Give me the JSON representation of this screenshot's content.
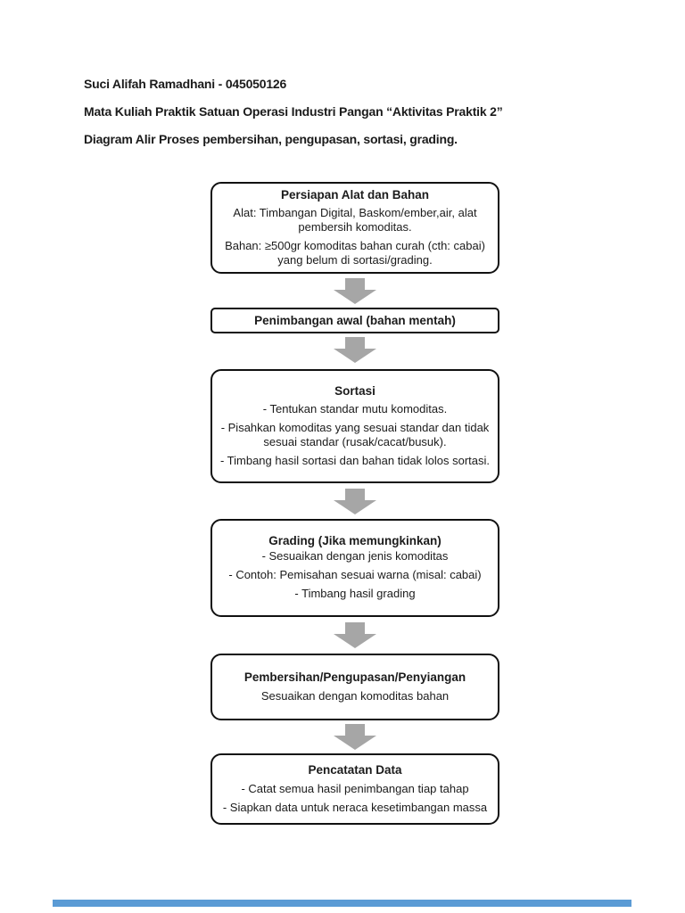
{
  "header": {
    "line1": "Suci Alifah Ramadhani - 045050126",
    "line2": "Mata Kuliah Praktik Satuan Operasi Industri Pangan “Aktivitas Praktik 2”",
    "line3": "Diagram Alir Proses pembersihan, pengupasan, sortasi, grading."
  },
  "flowchart": {
    "arrow_color": "#a6a6a6",
    "box_border_color": "#111111",
    "steps": [
      {
        "title": "Persiapan Alat dan Bahan",
        "lines": [
          "Alat: Timbangan Digital, Baskom/ember,air, alat pembersih komoditas.",
          "Bahan: ≥500gr komoditas bahan curah (cth: cabai) yang belum di sortasi/grading."
        ]
      },
      {
        "title": "Penimbangan awal (bahan mentah)",
        "lines": []
      },
      {
        "title": "Sortasi",
        "lines": [
          "- Tentukan standar mutu komoditas.",
          "- Pisahkan komoditas yang sesuai standar dan tidak sesuai standar (rusak/cacat/busuk).",
          "- Timbang hasil sortasi dan bahan tidak lolos sortasi."
        ]
      },
      {
        "title": "Grading (Jika memungkinkan)",
        "lines": [
          "- Sesuaikan dengan jenis komoditas",
          "- Contoh: Pemisahan sesuai warna (misal: cabai)",
          "- Timbang hasil grading"
        ]
      },
      {
        "title": "Pembersihan/Pengupasan/Penyiangan",
        "lines": [
          "Sesuaikan dengan komoditas bahan"
        ]
      },
      {
        "title": "Pencatatan Data",
        "lines": [
          "- Catat semua hasil penimbangan tiap tahap",
          "- Siapkan data untuk neraca kesetimbangan massa"
        ]
      }
    ]
  },
  "footer": {
    "bar_color": "#5b9bd5"
  }
}
